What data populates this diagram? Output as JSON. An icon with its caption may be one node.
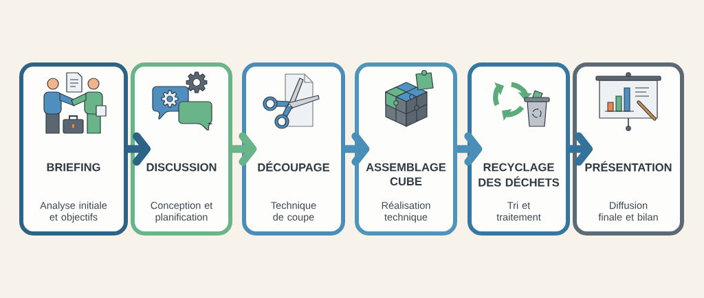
{
  "diagram": {
    "nodes": [
      {
        "text": [
          "BRIEFING",
          "Analyse initiale et objectifs"
        ]
      },
      {
        "text": [
          "DISCUSSION",
          "Conception et planification"
        ]
      },
      {
        "text": [
          "DÉCOUPAGE",
          "Technique de coupe"
        ]
      },
      {
        "text": [
          "ASSEMBLAGE CUBE",
          "Réalisation technique"
        ]
      },
      {
        "text": [
          "RECYCLAGE DES DÉCHETS",
          "Tri et traitement"
        ]
      },
      {
        "text": [
          "PRÉSENTATION",
          "Diffusion finale et bilan"
        ]
      }
    ],
    "edges": [
      {
        "from": 0,
        "to": 1,
        "arrow": "to",
        "color": "#2c6386"
      },
      {
        "from": 1,
        "to": 2,
        "arrow": "to",
        "color": "#6ab48a"
      },
      {
        "from": 2,
        "to": 3,
        "arrow": "to",
        "color": "#4a8fb8"
      },
      {
        "from": 3,
        "to": 4,
        "arrow": "to",
        "color": "#4a8fb8"
      },
      {
        "from": 4,
        "to": 5,
        "arrow": "to",
        "color": "#33729a"
      }
    ]
  }
}
